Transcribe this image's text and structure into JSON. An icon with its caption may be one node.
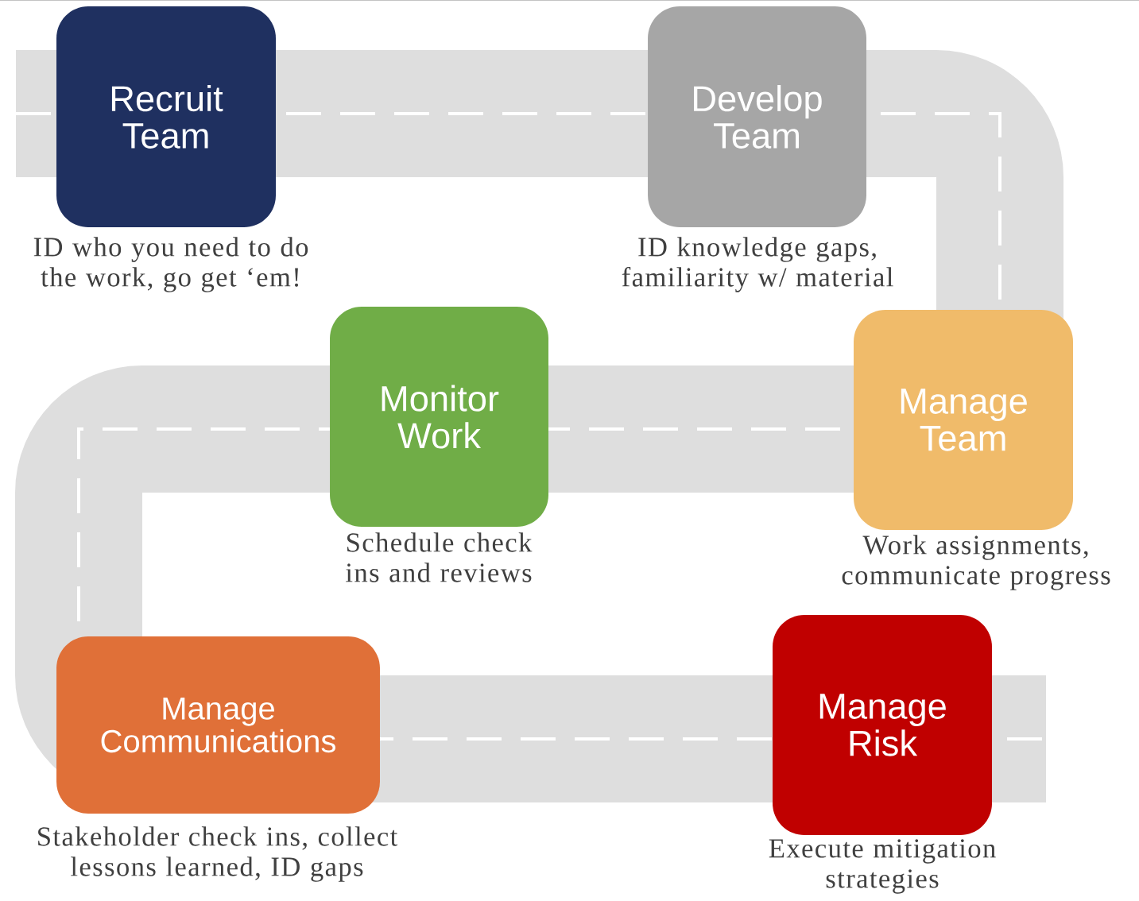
{
  "diagram": {
    "nodes": [
      {
        "text": [
          "Recruit Team"
        ],
        "beside": [
          "ID who you need to do the work, go get ‘em!"
        ]
      },
      {
        "text": [
          "Develop Team"
        ],
        "beside": [
          "ID knowledge gaps, familiarity w/ material"
        ]
      },
      {
        "text": [
          "Monitor Work"
        ],
        "beside": [
          "Schedule check ins and reviews"
        ]
      },
      {
        "text": [
          "Manage Team"
        ],
        "beside": [
          "Work assignments, communicate progress"
        ]
      },
      {
        "text": [
          "Manage Communications"
        ],
        "beside": [
          "Stakeholder check ins, collect lessons learned, ID gaps"
        ]
      },
      {
        "text": [
          "Manage Risk"
        ],
        "beside": [
          "Execute mitigation strategies"
        ]
      }
    ]
  }
}
